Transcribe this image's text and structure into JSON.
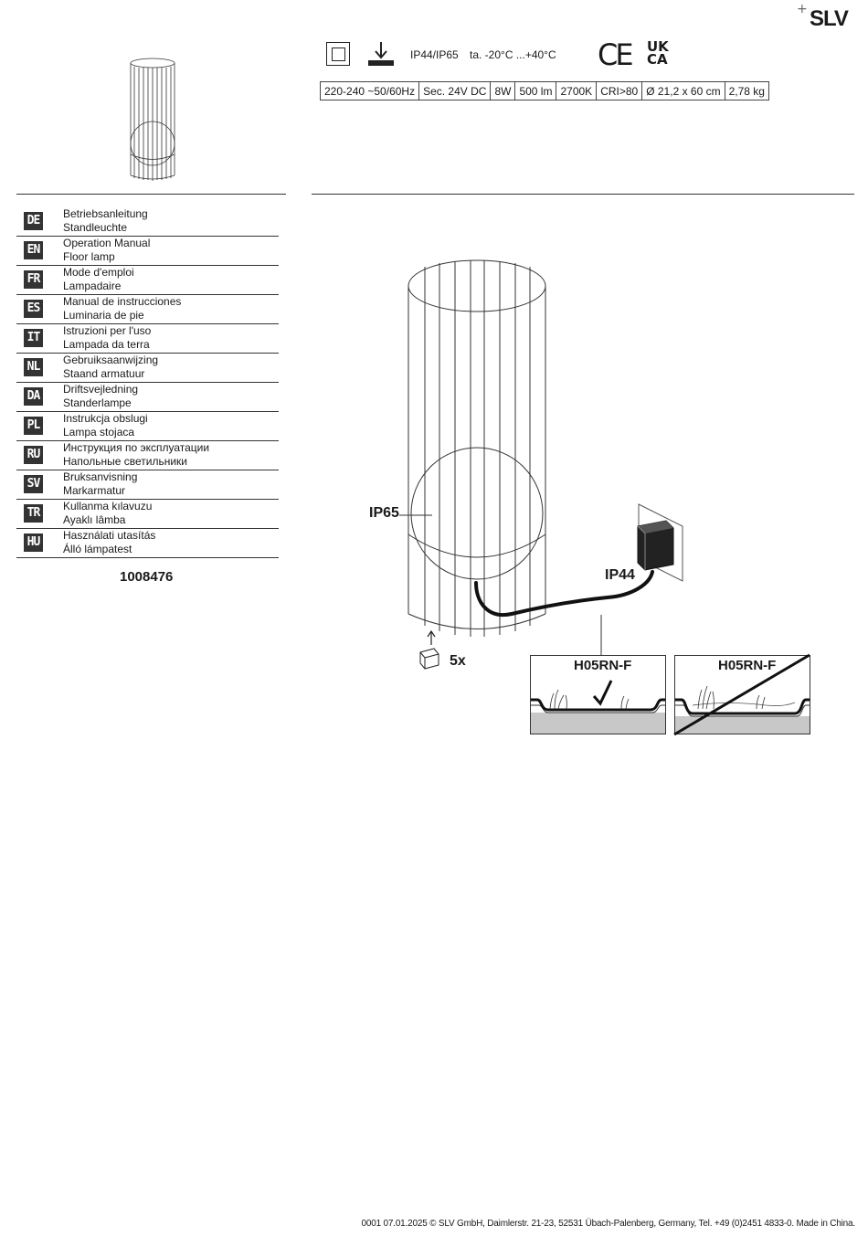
{
  "brand": "SLV",
  "specs": {
    "ip": "IP44/IP65",
    "temperature": "ta. -20°C ...+40°C",
    "marks": {
      "ce": "CE",
      "ukca_top": "UK",
      "ukca_bottom": "CA"
    },
    "table": [
      "220-240 ~50/60Hz",
      "Sec. 24V DC",
      "8W",
      "500 lm",
      "2700K",
      "CRI>80",
      "Ø 21,2 x 60 cm",
      "2,78 kg"
    ]
  },
  "languages": [
    {
      "code": "DE",
      "line1": "Betriebsanleitung",
      "line2": "Standleuchte"
    },
    {
      "code": "EN",
      "line1": "Operation Manual",
      "line2": "Floor lamp"
    },
    {
      "code": "FR",
      "line1": "Mode d'emploi",
      "line2": "Lampadaire"
    },
    {
      "code": "ES",
      "line1": "Manual de instrucciones",
      "line2": "Luminaria de pie"
    },
    {
      "code": "IT",
      "line1": "Istruzioni per l'uso",
      "line2": "Lampada da terra"
    },
    {
      "code": "NL",
      "line1": "Gebruiksaanwijzing",
      "line2": "Staand armatuur"
    },
    {
      "code": "DA",
      "line1": "Driftsvejledning",
      "line2": "Standerlampe"
    },
    {
      "code": "PL",
      "line1": "Instrukcja obslugi",
      "line2": "Lampa stojaca"
    },
    {
      "code": "RU",
      "line1": "Инструкция по эксплуатации",
      "line2": "Напольные светильники"
    },
    {
      "code": "SV",
      "line1": "Bruksanvisning",
      "line2": "Markarmatur"
    },
    {
      "code": "TR",
      "line1": "Kullanma kılavuzu",
      "line2": "Ayaklı lâmba"
    },
    {
      "code": "HU",
      "line1": "Használati utasítás",
      "line2": "Álló lámpatest"
    }
  ],
  "article_number": "1008476",
  "diagram": {
    "lamp_ip": "IP65",
    "adapter_ip": "IP44",
    "quantity": "5x",
    "cable_ok": "H05RN-F",
    "cable_bad": "H05RN-F"
  },
  "footer": "0001  07.01.2025  © SLV GmbH, Daimlerstr. 21-23, 52531 Übach-Palenberg, Germany, Tel. +49 (0)2451 4833-0. Made in China."
}
